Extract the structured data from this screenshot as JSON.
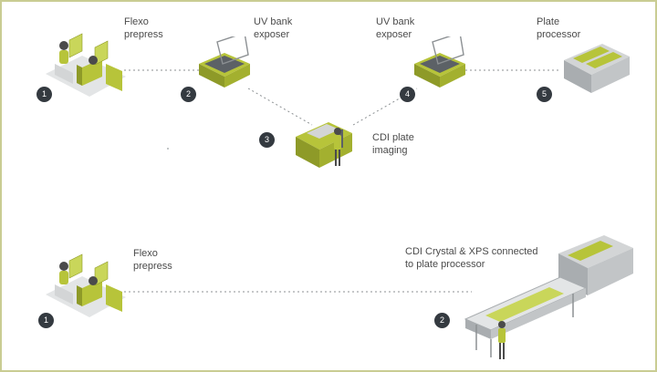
{
  "colors": {
    "lime": "#b7c43a",
    "lime_dark": "#8e9a28",
    "grey": "#d3d5d6",
    "grey_dark": "#8c9093",
    "badge": "#343a40",
    "border": "#c9cc93"
  },
  "top_workflow": {
    "steps": [
      {
        "number": "1",
        "label_line1": "Flexo",
        "label_line2": "prepress",
        "icon": "prepress-workstation-icon"
      },
      {
        "number": "2",
        "label_line1": "UV bank",
        "label_line2": "exposer",
        "icon": "uv-exposer-icon"
      },
      {
        "number": "3",
        "label_line1": "CDI plate",
        "label_line2": "imaging",
        "icon": "cdi-imager-icon"
      },
      {
        "number": "4",
        "label_line1": "UV bank",
        "label_line2": "exposer",
        "icon": "uv-exposer-icon"
      },
      {
        "number": "5",
        "label_line1": "Plate",
        "label_line2": "processor",
        "icon": "plate-processor-icon"
      }
    ]
  },
  "bottom_workflow": {
    "steps": [
      {
        "number": "1",
        "label_line1": "Flexo",
        "label_line2": "prepress",
        "icon": "prepress-workstation-icon"
      },
      {
        "number": "2",
        "label_line1": "CDI Crystal & XPS connected",
        "label_line2": "to plate processor",
        "icon": "connected-line-icon"
      }
    ]
  }
}
